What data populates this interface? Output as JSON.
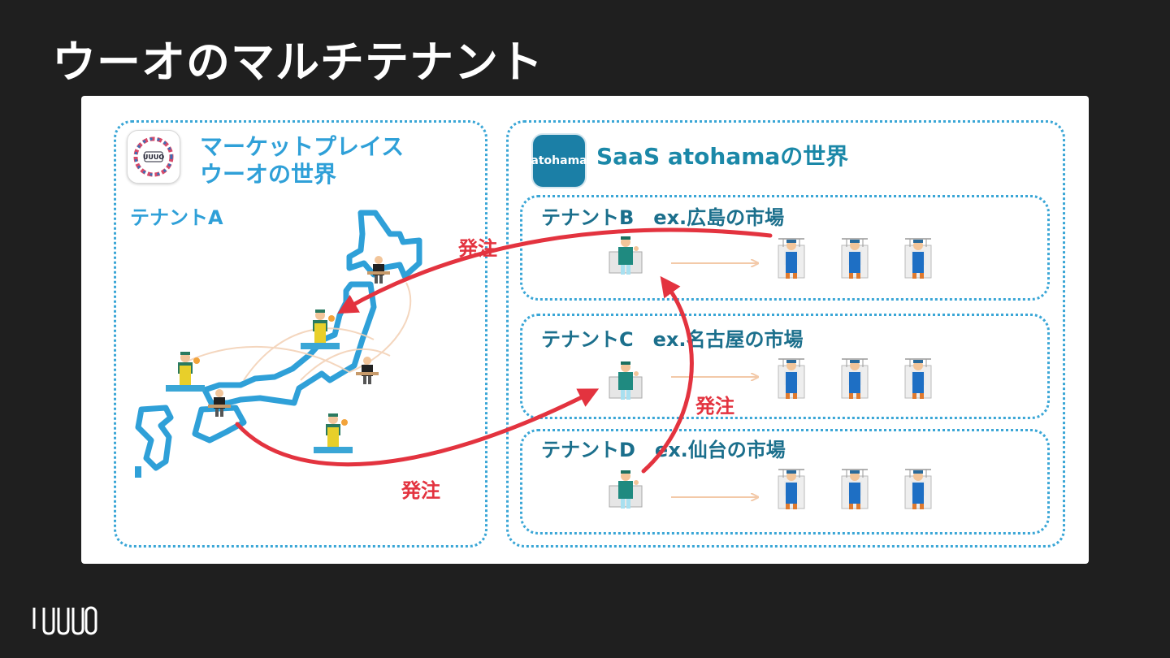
{
  "slide": {
    "title": "ウーオのマルチテナント"
  },
  "market": {
    "title_line1": "マーケットプレイス",
    "title_line2": "ウーオの世界",
    "tenant_label": "テナントA",
    "icon_name": "uuuo-app-icon"
  },
  "saas": {
    "title": "SaaS atohamaの世界",
    "icon_text": "atohama",
    "tenants": [
      {
        "label": "テナントB　ex.広島の市場"
      },
      {
        "label": "テナントC　ex.名古屋の市場"
      },
      {
        "label": "テナントD　ex.仙台の市場"
      }
    ]
  },
  "orders": {
    "label": "発注"
  },
  "footer": {
    "logo_text": "UUUO"
  },
  "colors": {
    "background": "#1f1f1f",
    "accent_blue": "#2fa0d8",
    "map_blue": "#2fa0d8",
    "arrow_red": "#e3333f",
    "apron_blue": "#1e6fc4",
    "apron_yellow": "#e8cf2a"
  }
}
